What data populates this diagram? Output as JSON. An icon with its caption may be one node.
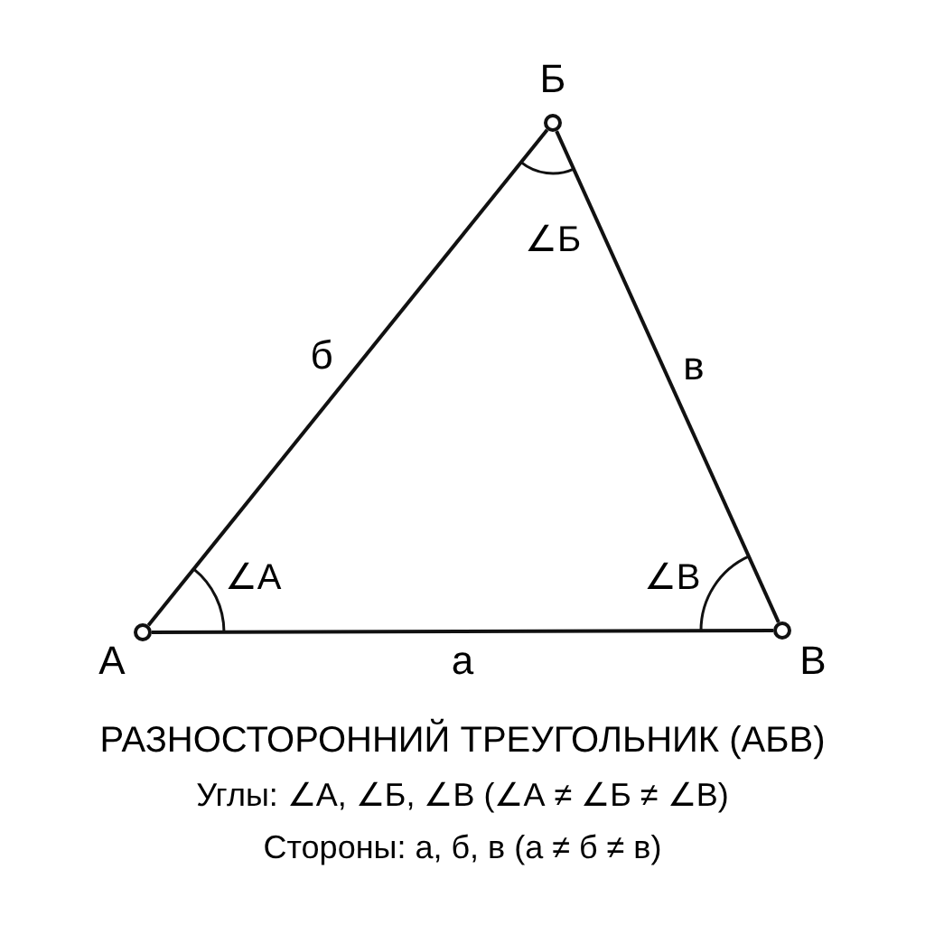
{
  "diagram": {
    "title": "РАЗНОСТОРОННИЙ ТРЕУГОЛЬНИК (АБВ)",
    "nodes": [
      {
        "text": [],
        "shape": "circle",
        "beside": [
          "А"
        ]
      },
      {
        "text": [],
        "shape": "circle",
        "beside": [
          "Б"
        ]
      },
      {
        "text": [],
        "shape": "circle",
        "beside": [
          "В"
        ]
      }
    ],
    "edges": [
      {
        "from": 0,
        "to": 1,
        "arrow": "none",
        "label": "б"
      },
      {
        "from": 1,
        "to": 2,
        "arrow": "none",
        "label": "в"
      },
      {
        "from": 0,
        "to": 2,
        "arrow": "none",
        "label": "а"
      }
    ],
    "labels": [
      "∠Б",
      "∠А",
      "∠В",
      "Углы: ∠А, ∠Б, ∠В (∠А ≠ ∠Б ≠ ∠В)",
      "Стороны: а, б, в (а ≠ б ≠ в)"
    ]
  }
}
